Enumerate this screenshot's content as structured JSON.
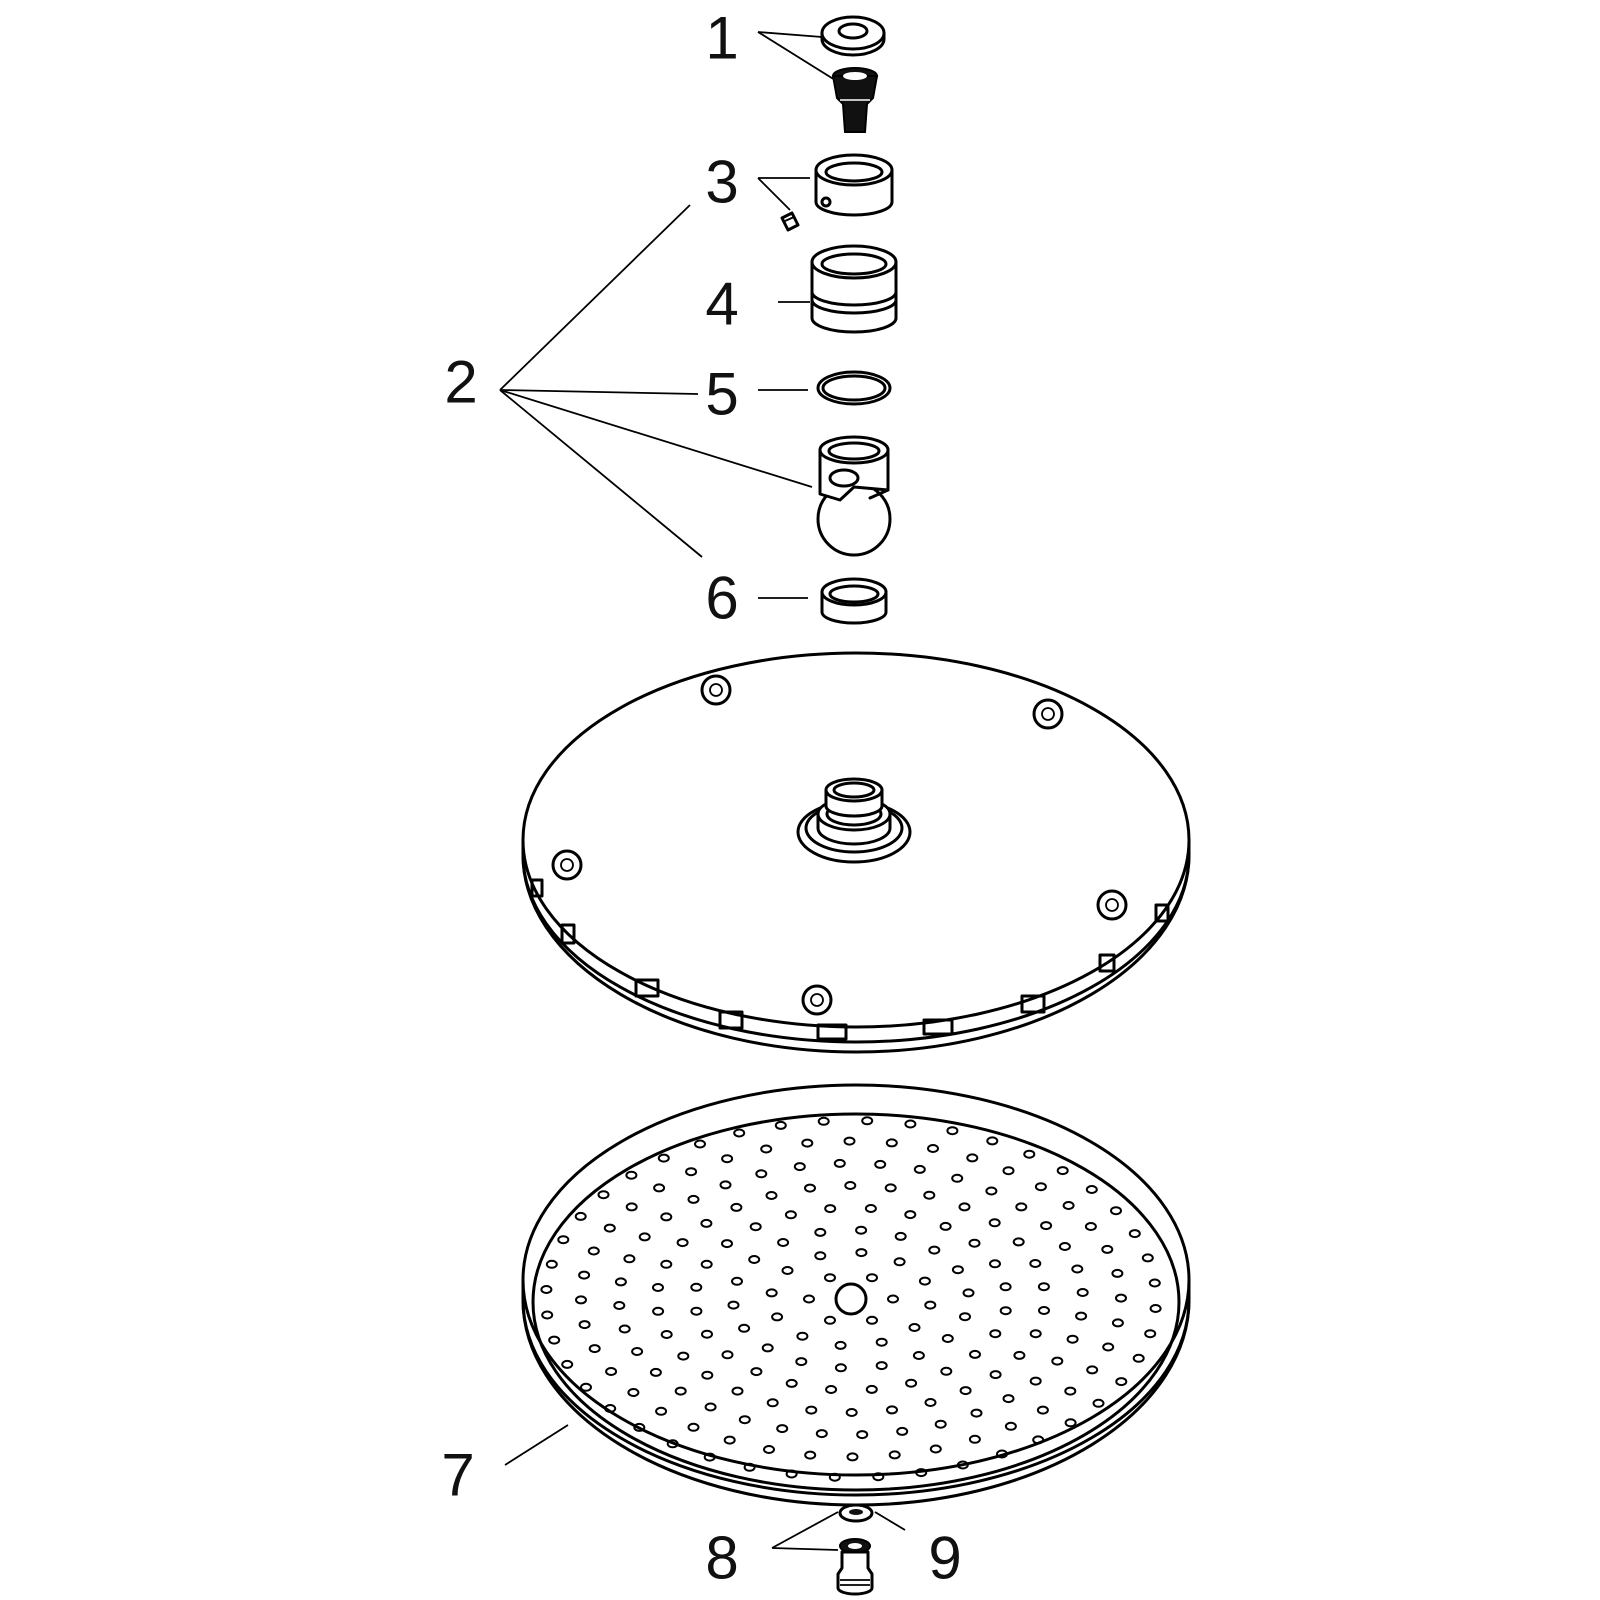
{
  "labels": {
    "l1": "1",
    "l2": "2",
    "l3": "3",
    "l4": "4",
    "l5": "5",
    "l6": "6",
    "l7": "7",
    "l8": "8",
    "l9": "9"
  },
  "colors": {
    "line": "#000000",
    "background": "#ffffff"
  }
}
